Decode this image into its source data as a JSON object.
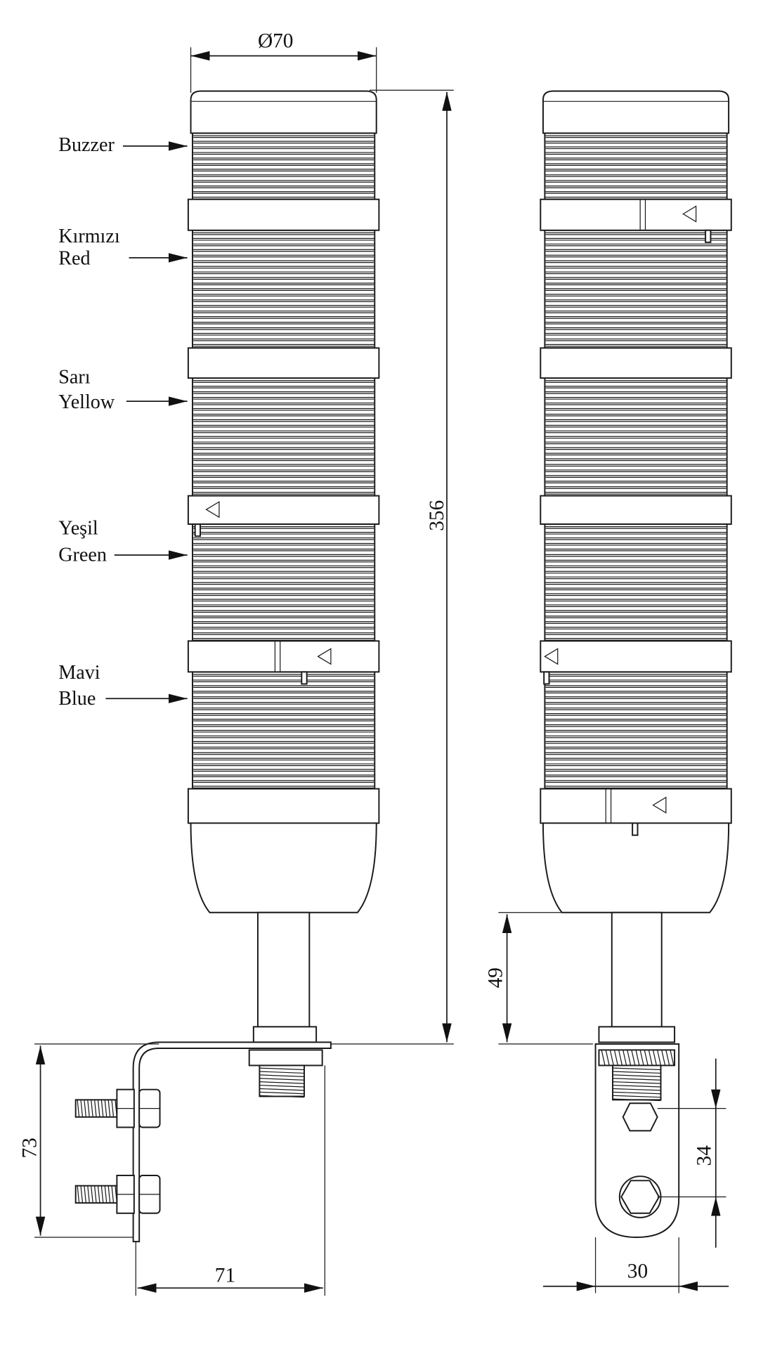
{
  "labels": {
    "buzzer": "Buzzer",
    "red_tr": "Kırmızı",
    "red_en": "Red",
    "yellow_tr": "Sarı",
    "yellow_en": "Yellow",
    "green_tr": "Yeşil",
    "green_en": "Green",
    "blue_tr": "Mavi",
    "blue_en": "Blue"
  },
  "dimensions": {
    "diameter": "Ø70",
    "height": "356",
    "pole": "49",
    "bracket_height": "73",
    "bracket_width": "71",
    "hole_spacing": "34",
    "bracket_face": "30"
  },
  "colors": {
    "line": "#1a1a1a",
    "background": "#ffffff"
  }
}
